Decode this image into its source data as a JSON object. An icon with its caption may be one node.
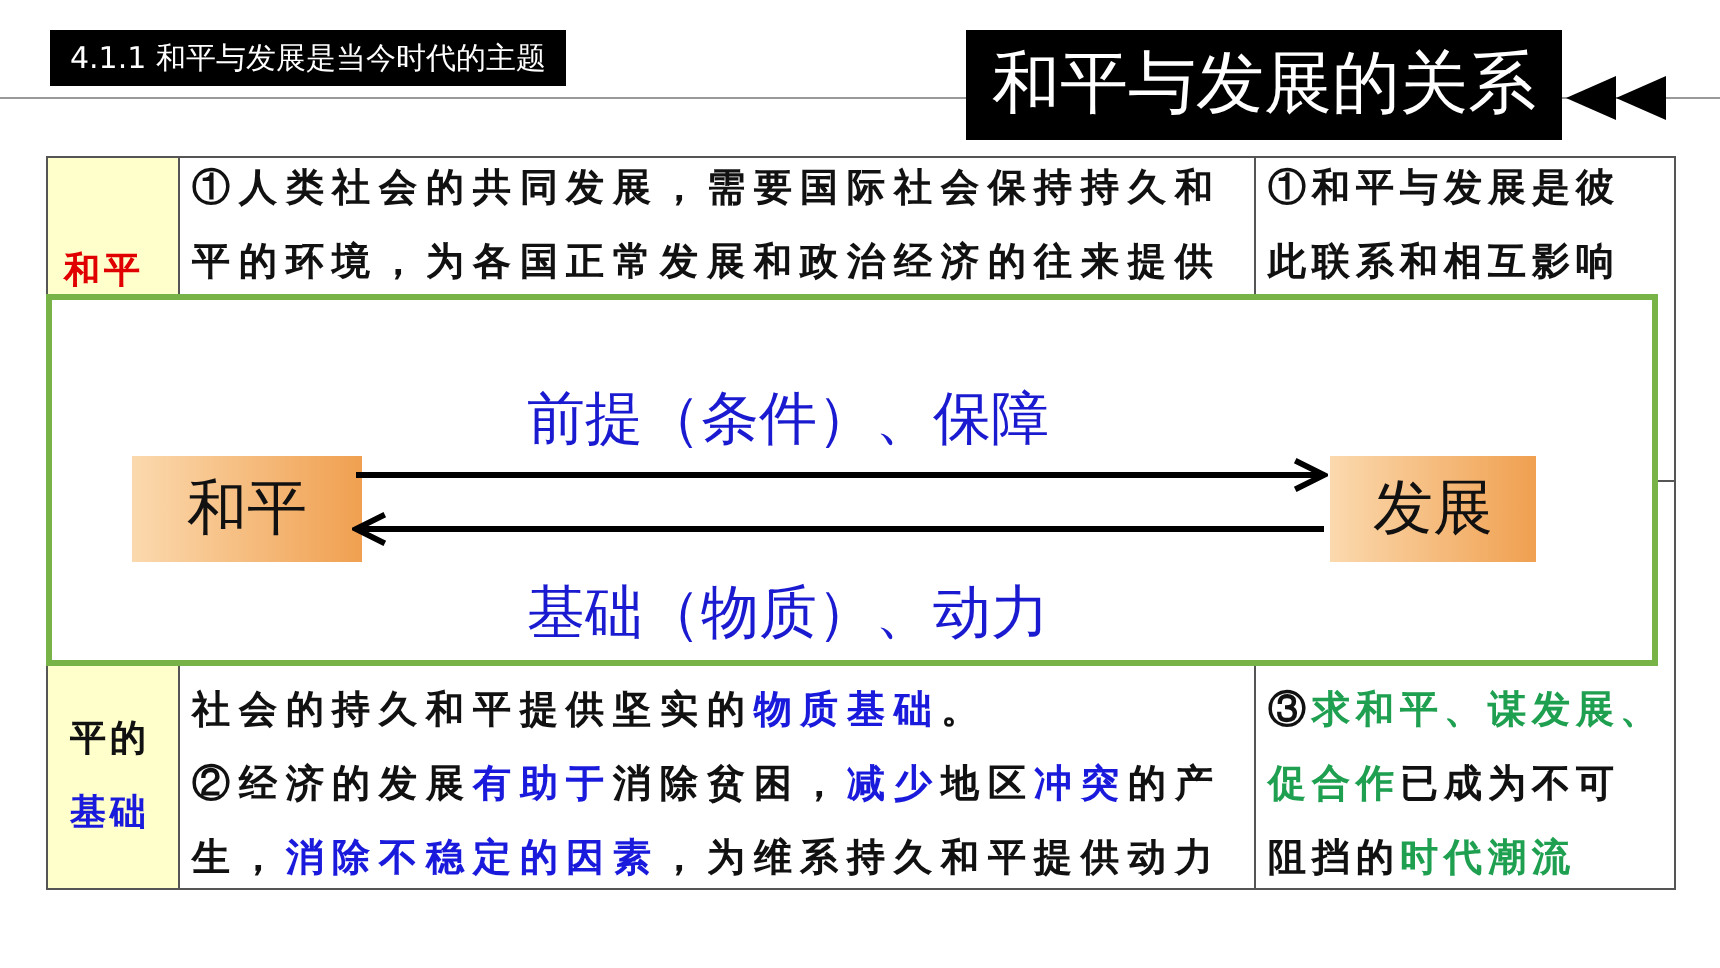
{
  "diagram": {
    "title": "和平与发展的关系",
    "nodes": [
      {
        "text": [],
        "shape": "box"
      },
      {
        "text": [
          "和平"
        ],
        "in": 0
      },
      {
        "text": [
          "发展"
        ],
        "in": 0
      }
    ],
    "edges": [
      {
        "from": 1,
        "to": 2,
        "arrow": "to",
        "label": "前提（条件）、保障"
      },
      {
        "from": 2,
        "to": 1,
        "arrow": "to",
        "label": "基础（物质）、动力"
      }
    ],
    "labels": [
      "4.1.1 和平与发展是当今时代的主题",
      "和平",
      "①人类社会的共同发展，需要国际社会保持持久和平的环境，为各国正常发展和政治经济的往来提供",
      "①和平与发展是彼此联系和相互影响",
      "平的基础",
      "社会的持久和平提供坚实的物质基础。",
      "②经济的发展有助于消除贫困，减少地区冲突的产生，消除不稳定的因素，为维系持久和平提供动力",
      "③求和平、谋发展、促合作已成为不可阻挡的时代潮流"
    ]
  }
}
